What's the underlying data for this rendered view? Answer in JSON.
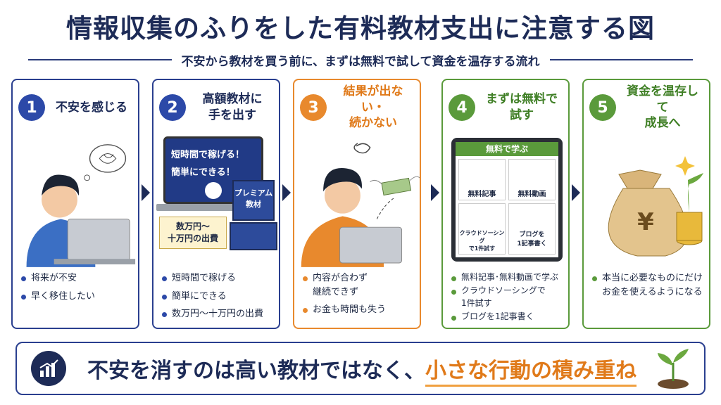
{
  "title": "情報収集のふりをした有料教材支出に注意する図",
  "subtitle": "不安から教材を買う前に、まずは無料で試して資金を温存する流れ",
  "steps": [
    {
      "number": "1",
      "heading": "不安を感じる",
      "bullets": [
        "将来が不安",
        "早く移住したい"
      ]
    },
    {
      "number": "2",
      "heading": "高額教材に\n手を出す",
      "bullets": [
        "短時間で稼げる",
        "簡単にできる",
        "数万円〜十万円の出費"
      ],
      "screen_lines": [
        "短時間で稼げる！",
        "簡単にできる！"
      ],
      "book_label": "プレミアム\n教材",
      "price_label": "数万円〜\n十万円の出費"
    },
    {
      "number": "3",
      "heading": "結果が出ない・\n続かない",
      "bullets": [
        "内容が合わず\n継続できず",
        "お金も時間も失う"
      ]
    },
    {
      "number": "4",
      "heading": "まずは無料で\n試す",
      "bullets": [
        "無料記事･無料動画で学ぶ",
        "クラウドソーシングで\n1件試す",
        "ブログを1記事書く"
      ],
      "tablet_title": "無料で学ぶ",
      "tiles": [
        "無料記事",
        "無料動画",
        "クラウドソーシング\nで1件試す",
        "ブログを\n1記事書く"
      ]
    },
    {
      "number": "5",
      "heading": "資金を温存して\n成長へ",
      "bullets": [
        "本当に必要なものにだけ\nお金を使えるようになる"
      ],
      "bag_symbol": "¥"
    }
  ],
  "bottom": {
    "text": "不安を消すのは高い教材ではなく、",
    "highlight": "小さな行動の積み重ね"
  },
  "colors": {
    "navy": "#1d2b57",
    "blue": "#2c49a8",
    "orange": "#e8892d",
    "green": "#5a9a3b"
  }
}
